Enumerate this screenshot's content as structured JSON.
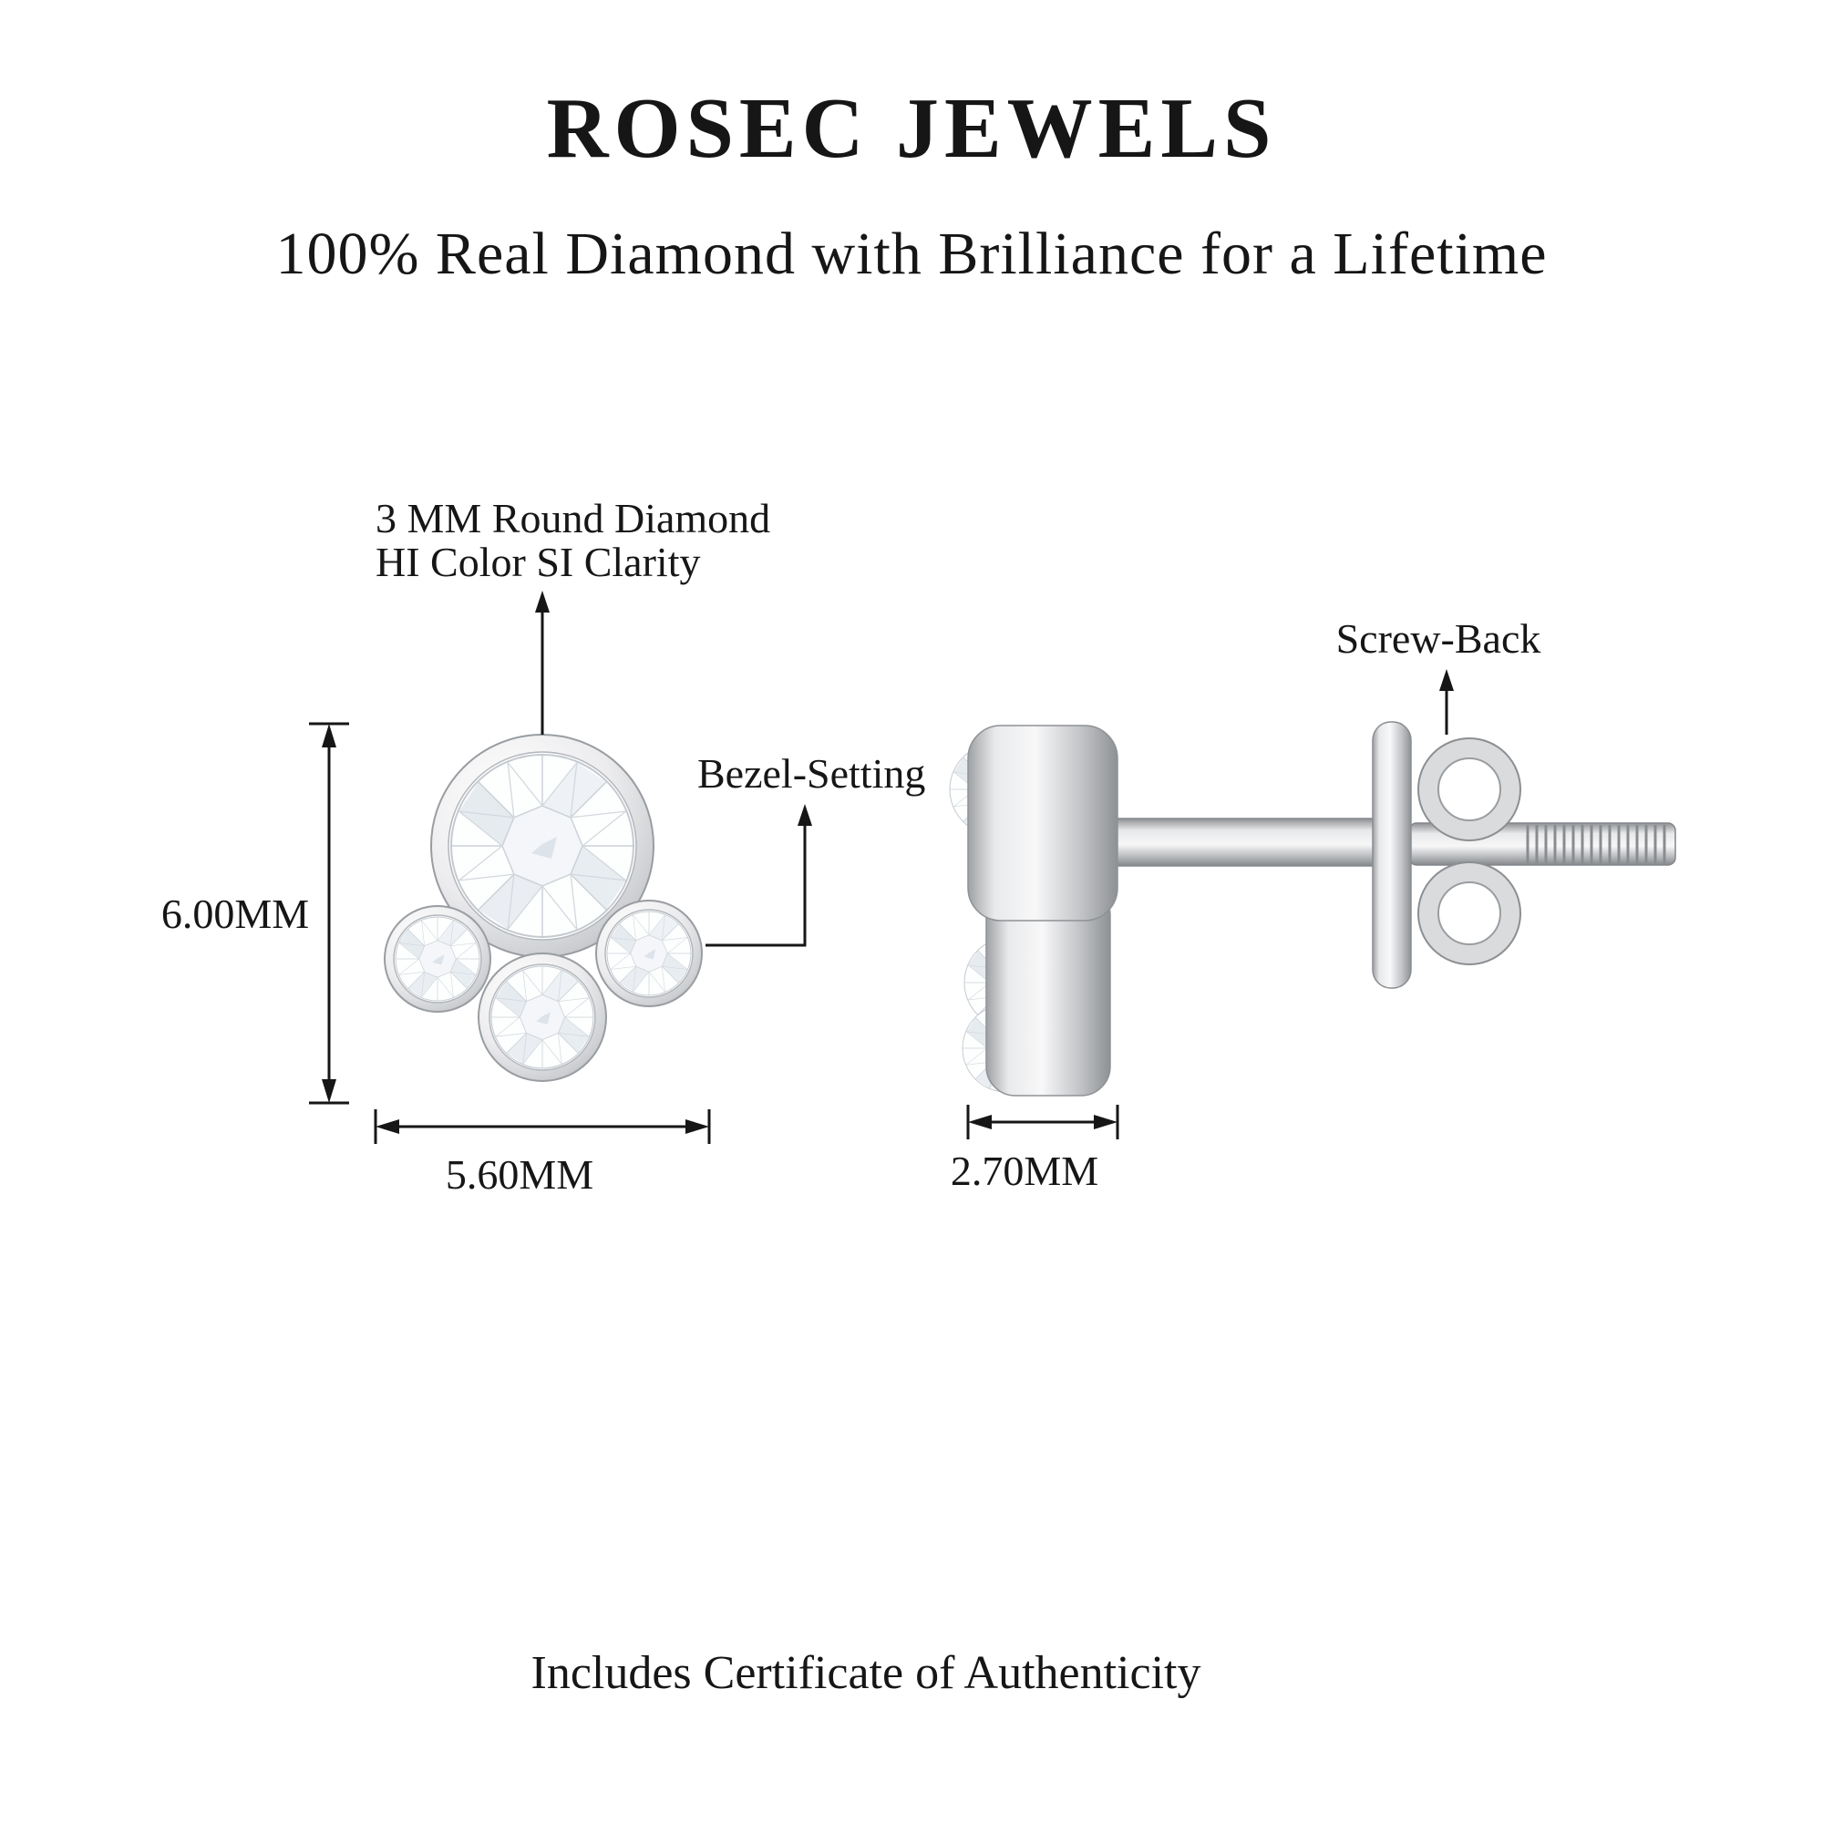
{
  "header": {
    "brand": "ROSEC JEWELS",
    "tagline": "100% Real Diamond with Brilliance for a Lifetime"
  },
  "front_view": {
    "stone_callout": {
      "line1": "3 MM Round Diamond",
      "line2": "HI Color SI Clarity"
    },
    "bezel_callout": "Bezel-Setting",
    "dim_height": "6.00MM",
    "dim_width": "5.60MM"
  },
  "side_view": {
    "screwback_callout": "Screw-Back",
    "dim_depth": "2.70MM"
  },
  "footer": {
    "note": "Includes Certificate of Authenticity"
  },
  "palette": {
    "text": "#161616",
    "metal_light": "#f7f7f8",
    "metal_mid": "#c6c8ca",
    "metal_dark": "#8e9194",
    "facet_line": "#ccd2d8",
    "background": "#ffffff"
  }
}
